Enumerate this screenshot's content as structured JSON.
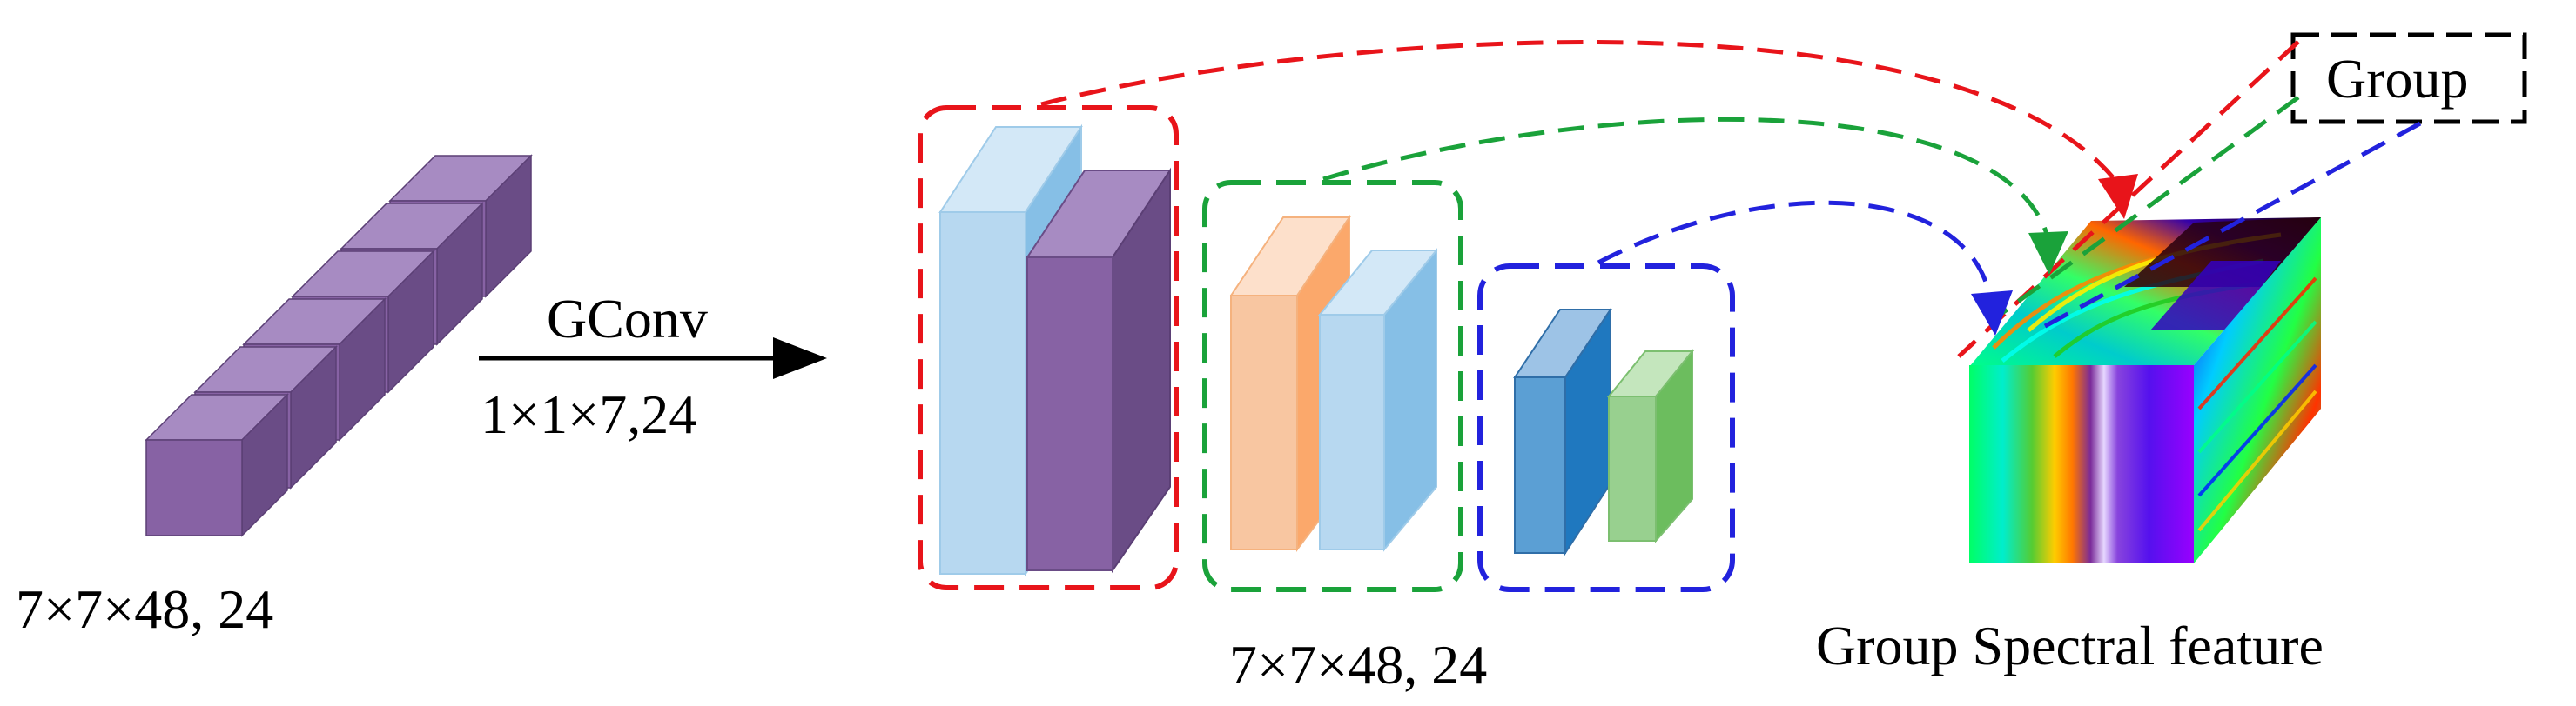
{
  "labels": {
    "input_size": "7×7×48, 24",
    "op_name": "GConv",
    "op_params": "1×1×7,24",
    "output_size": "7×7×48, 24",
    "group_tag": "Group",
    "feature_caption": "Group Spectral feature"
  },
  "colors": {
    "purple_front": "#8762a4",
    "purple_side": "#6a4c86",
    "purple_top": "#a78bc2",
    "light_blue": "#b7d8f0",
    "mid_blue": "#86bfe6",
    "blue": "#2f85c8",
    "orange": "#f8c6a1",
    "green": "#98d08f",
    "group1": "#e8141a",
    "group2": "#1aa23a",
    "group3": "#2222dd",
    "arrow": "#000000"
  },
  "groups": [
    {
      "name": "group-1",
      "color": "#e8141a"
    },
    {
      "name": "group-2",
      "color": "#1aa23a"
    },
    {
      "name": "group-3",
      "color": "#2222dd"
    }
  ]
}
